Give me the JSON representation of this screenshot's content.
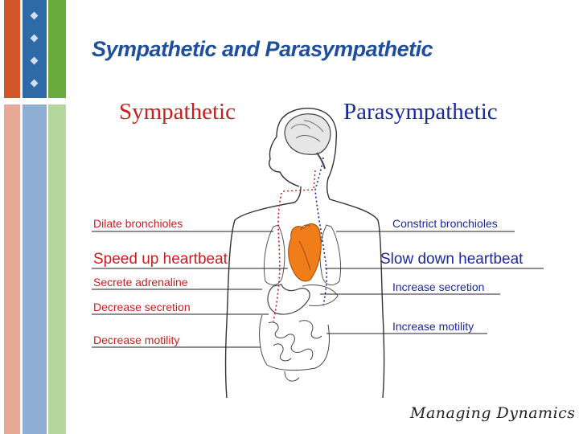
{
  "slide": {
    "title": "Sympathetic and Parasympathetic"
  },
  "diagram": {
    "sympathetic_title": "Sympathetic",
    "parasympathetic_title": "Parasympathetic",
    "sympathetic_labels": [
      "Dilate bronchioles",
      "Speed up heartbeat",
      "Secrete adrenaline",
      "Decrease secretion",
      "Decrease motility"
    ],
    "parasympathetic_labels": [
      "Constrict bronchioles",
      "Slow down heartbeat",
      "Increase secretion",
      "Increase motility"
    ],
    "colors": {
      "sympathetic": "#c81e1e",
      "parasympathetic": "#1b2a9a",
      "heart": "#f07d1a",
      "title": "#1d4f9c"
    }
  },
  "footer": {
    "brand": "Managing Dynamics"
  }
}
